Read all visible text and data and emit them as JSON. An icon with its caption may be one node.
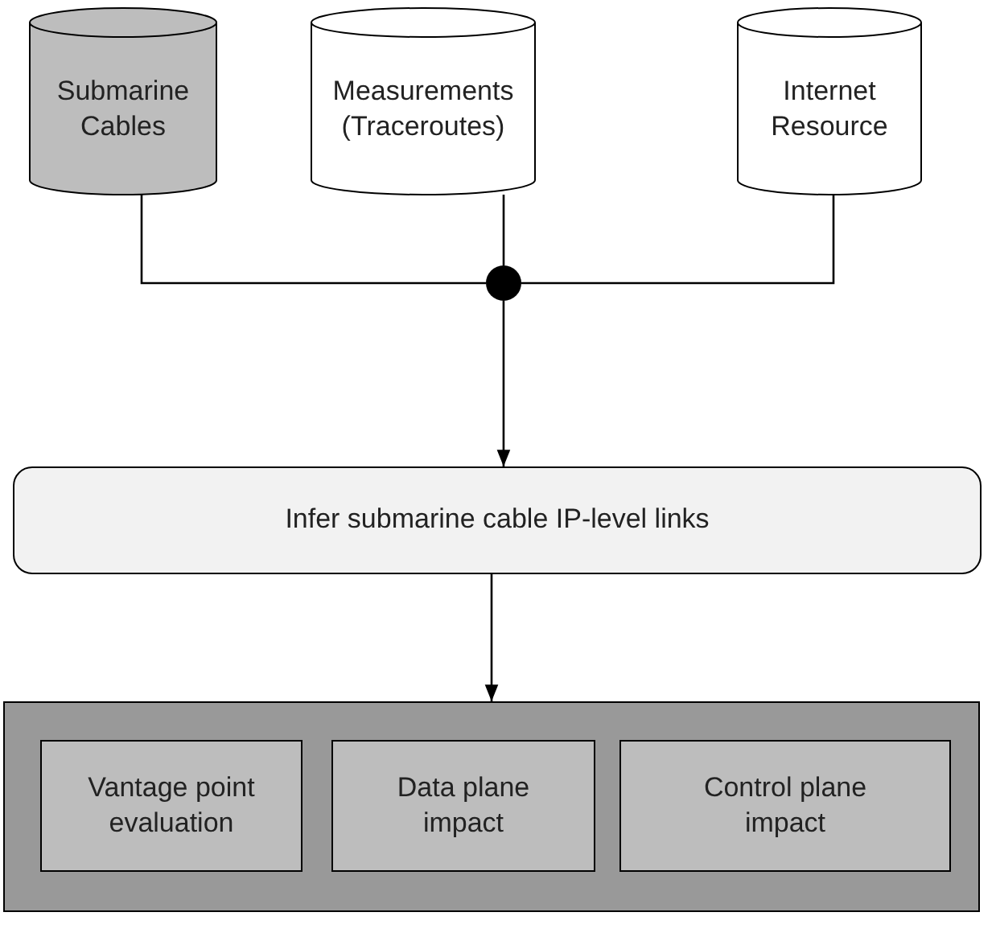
{
  "diagram": {
    "nodes": [
      {
        "text": [
          "Submarine Cables"
        ]
      },
      {
        "text": [
          "Measurements (Traceroutes)"
        ]
      },
      {
        "text": [
          "Internet Resource"
        ]
      },
      {
        "text": [],
        "shape": "circle"
      },
      {
        "text": [
          "Infer submarine cable IP-level links"
        ]
      },
      {
        "text": [],
        "shape": "box"
      },
      {
        "text": [
          "Vantage point evaluation"
        ],
        "in": 5
      },
      {
        "text": [
          "Data plane impact"
        ],
        "in": 5
      },
      {
        "text": [
          "Control plane impact"
        ],
        "in": 5
      }
    ],
    "edges": [
      {
        "from": 0,
        "to": 3,
        "arrow": "none"
      },
      {
        "from": 1,
        "to": 3,
        "arrow": "none"
      },
      {
        "from": 2,
        "to": 3,
        "arrow": "none"
      },
      {
        "from": 3,
        "to": 4,
        "arrow": "to"
      },
      {
        "from": 4,
        "to": 5,
        "arrow": "to"
      }
    ]
  }
}
